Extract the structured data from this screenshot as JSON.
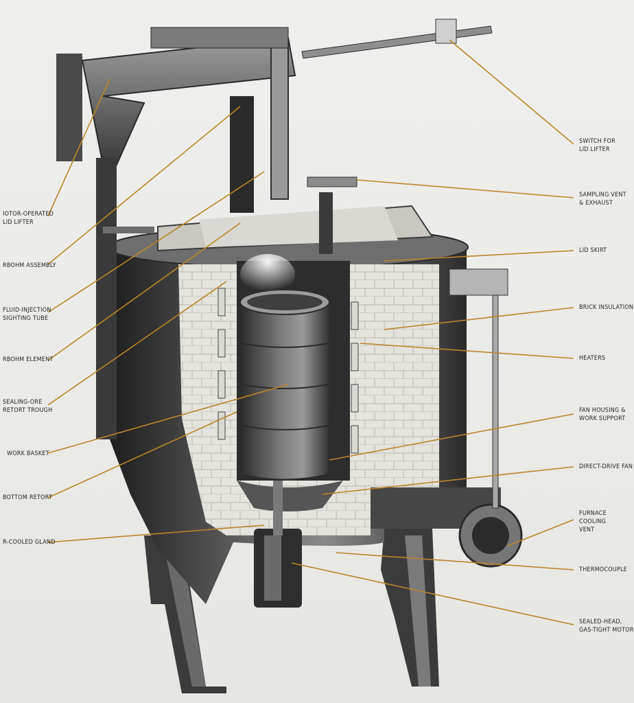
{
  "colors": {
    "leader": "#b8862b",
    "metal_dark": "#2a2a2a",
    "metal_mid": "#6f6f6f",
    "metal_light": "#bdbdbd",
    "brick": "#e7e6e0",
    "background": "#ecece9"
  },
  "labels": {
    "left": [
      {
        "id": "motor-lid-lifter",
        "text": "IOTOR-OPERATED\nLID LIFTER"
      },
      {
        "id": "thermocouple-assembly",
        "text": "RBOHM ASSEMBLY"
      },
      {
        "id": "fluid-injection",
        "text": "FLUID-INJECTION\nSIGHTING TUBE"
      },
      {
        "id": "element",
        "text": "RBOHM ELEMENT"
      },
      {
        "id": "sealing-ore",
        "text": "SEALING-ORE\nRETORT TROUGH"
      },
      {
        "id": "work-basket",
        "text": "WORK BASKET"
      },
      {
        "id": "bottom-retort",
        "text": "BOTTOM RETORT"
      },
      {
        "id": "cooled-gland",
        "text": "R-COOLED GLAND"
      }
    ],
    "right": [
      {
        "id": "switch-lid-lifter",
        "text": "SWITCH FOR\nLID LIFTER"
      },
      {
        "id": "sampling-vent",
        "text": "SAMPLING VENT\n& EXHAUST"
      },
      {
        "id": "lid-skirt",
        "text": "LID SKIRT"
      },
      {
        "id": "brick-insulation",
        "text": "BRICK INSULATION"
      },
      {
        "id": "heaters",
        "text": "HEATERS"
      },
      {
        "id": "fan-housing",
        "text": "FAN HOUSING &\nWORK SUPPORT"
      },
      {
        "id": "direct-drive-fan",
        "text": "DIRECT-DRIVE FAN"
      },
      {
        "id": "furnace-cooling-vent",
        "text": "FURNACE COOLING\nVENT"
      },
      {
        "id": "thermocouple",
        "text": "THERMOCOUPLE"
      },
      {
        "id": "sealed-head-motor",
        "text": "SEALED-HEAD,\nGAS-TIGHT MOTOR"
      }
    ]
  }
}
